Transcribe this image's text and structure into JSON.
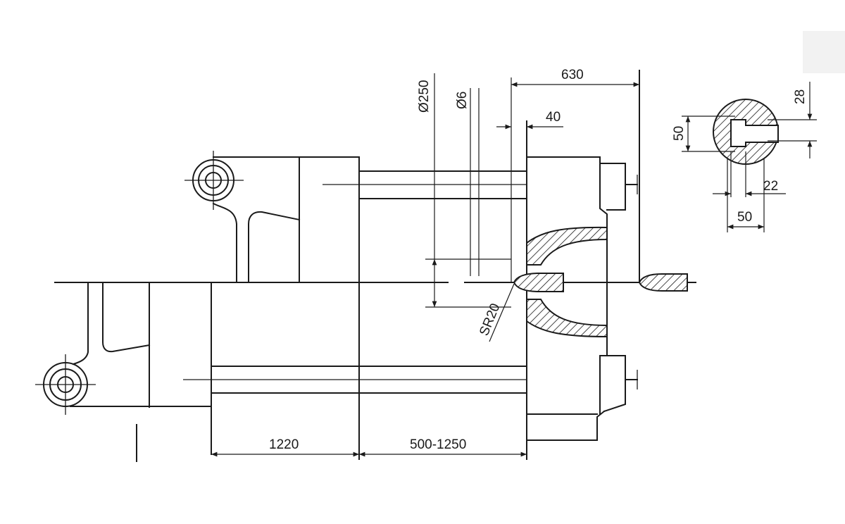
{
  "dimensions": {
    "d630": "630",
    "d40": "40",
    "d250": "Ø250",
    "d6": "Ø6",
    "sr20": "SR20",
    "d1220": "1220",
    "d500_1250": "500-1250",
    "d28": "28",
    "d50_left": "50",
    "d22": "22",
    "d50_bottom": "50"
  }
}
